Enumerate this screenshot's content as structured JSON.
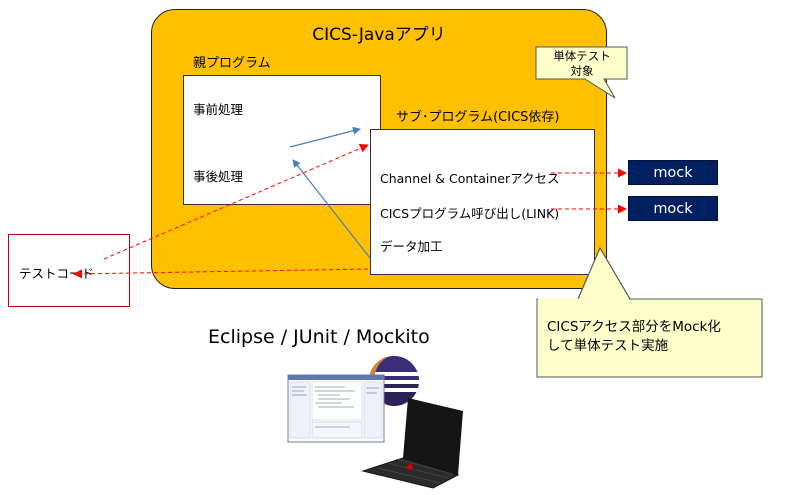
{
  "app": {
    "title": "CICS-Javaアプリ"
  },
  "parent_program": {
    "label": "親プログラム",
    "pre_process": "事前処理",
    "post_process": "事後処理"
  },
  "sub_program": {
    "label": "サブ･プログラム(CICS依存)",
    "items": [
      "Channel & Containerアクセス",
      "CICSプログラム呼び出し(LINK)",
      "データ加工"
    ]
  },
  "mocks": [
    "mock",
    "mock"
  ],
  "test_code": {
    "label": "テストコード"
  },
  "callout_small": {
    "line1": "単体テスト",
    "line2": "対象"
  },
  "callout_large": {
    "line1": "CICSアクセス部分をMock化",
    "line2": "して単体テスト実施"
  },
  "tools": {
    "title": "Eclipse / JUnit / Mockito"
  },
  "colors": {
    "app_bg": "#ffc000",
    "callout_bg": "#ffffcc",
    "mock_bg": "#002060",
    "flow_arrow": "#4a7ebb",
    "test_arrow": "#ff0000"
  }
}
